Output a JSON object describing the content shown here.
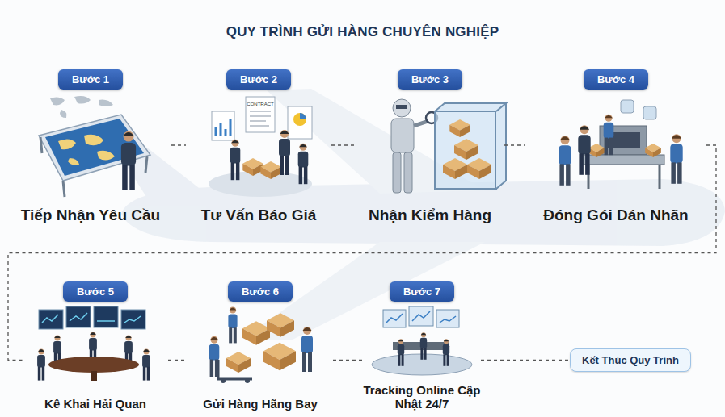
{
  "diagram": {
    "title": "QUY TRÌNH GỬI HÀNG CHUYÊN NGHIỆP",
    "nodes": [
      {
        "text": [
          "Bước 1",
          "Tiếp Nhận Yêu Cầu"
        ]
      },
      {
        "text": [
          "Bước 2",
          "Tư Vấn Báo Giá"
        ]
      },
      {
        "text": [
          "Bước 3",
          "Nhận Kiểm Hàng"
        ]
      },
      {
        "text": [
          "Bước 4",
          "Đóng Gói Dán Nhãn"
        ]
      },
      {
        "text": [
          "Bước 5",
          "Kê Khai Hải Quan"
        ]
      },
      {
        "text": [
          "Bước 6",
          "Gửi Hàng Hãng Bay"
        ]
      },
      {
        "text": [
          "Bước 7",
          "Tracking Online Cập Nhật 24/7"
        ]
      },
      {
        "text": [
          "Kết Thúc Quy Trình"
        ]
      }
    ],
    "edges": [
      {
        "from": 0,
        "to": 1,
        "arrow": "none"
      },
      {
        "from": 1,
        "to": 2,
        "arrow": "none"
      },
      {
        "from": 2,
        "to": 3,
        "arrow": "none"
      },
      {
        "from": 3,
        "to": 4,
        "arrow": "none"
      },
      {
        "from": 4,
        "to": 5,
        "arrow": "none"
      },
      {
        "from": 5,
        "to": 6,
        "arrow": "none"
      },
      {
        "from": 6,
        "to": 7,
        "arrow": "none"
      }
    ],
    "labels": [
      "CONTRACT"
    ]
  }
}
